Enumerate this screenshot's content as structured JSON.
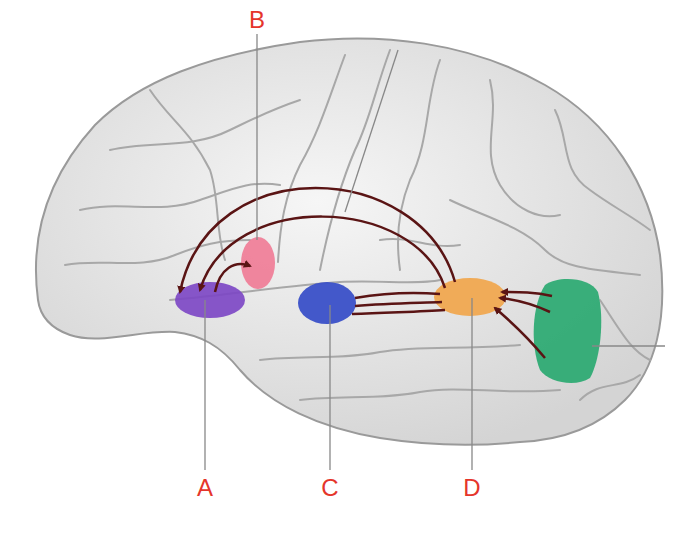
{
  "diagram": {
    "labels": [
      "B",
      "A",
      "C",
      "D"
    ]
  }
}
